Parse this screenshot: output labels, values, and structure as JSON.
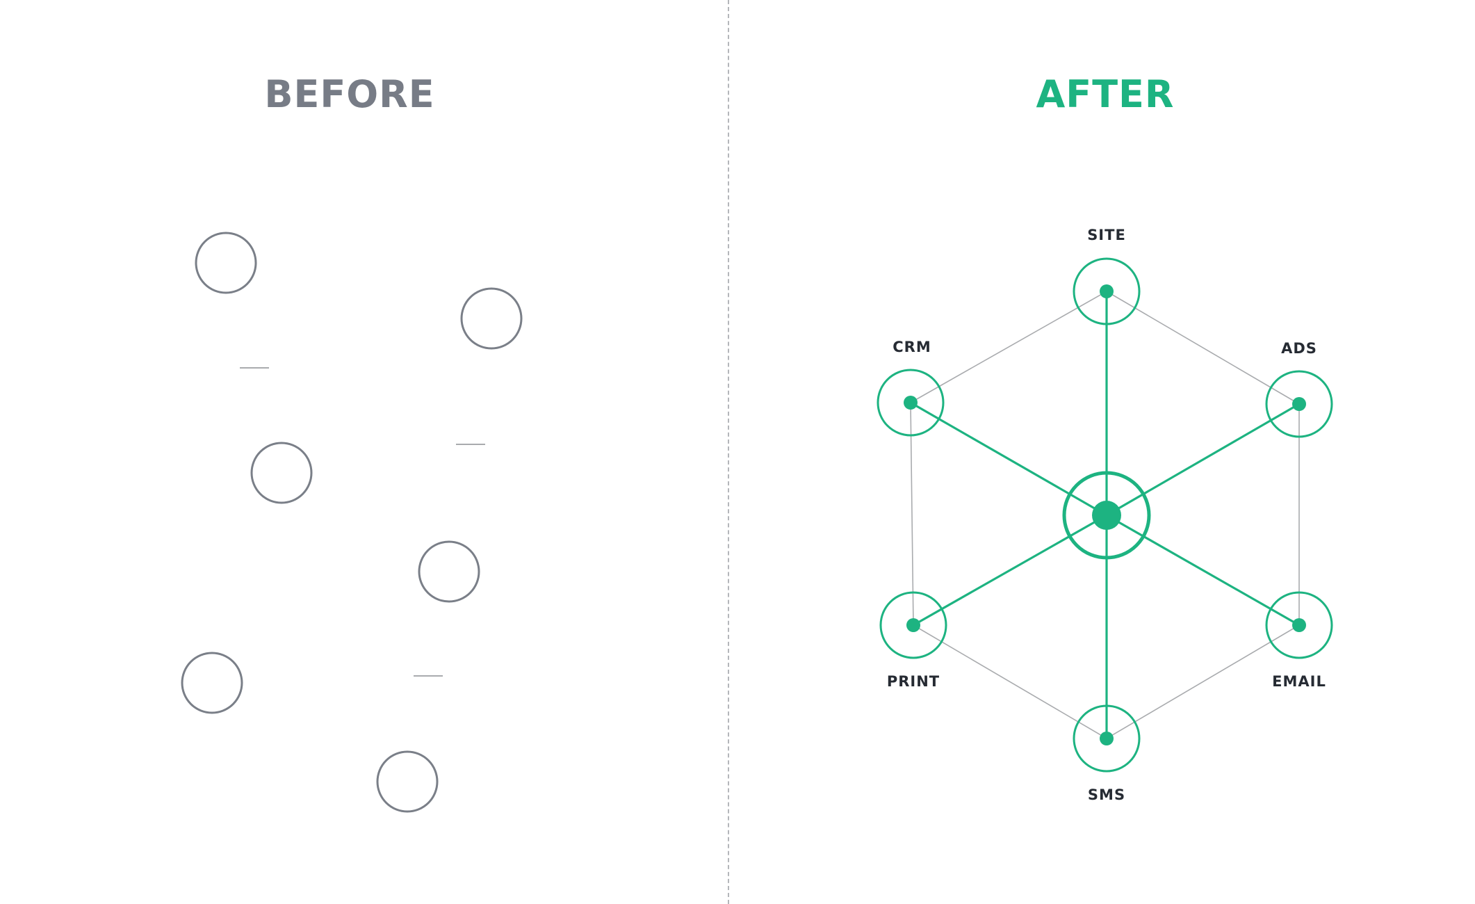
{
  "panels": {
    "before": {
      "title": "BEFORE",
      "color": "#777c86"
    },
    "after": {
      "title": "AFTER",
      "color": "#1db381"
    }
  },
  "colors": {
    "accent": "#1db381",
    "before_stroke": "#7a7f88",
    "edge_gray": "#a9abae",
    "divider": "#b4b6ba",
    "label": "#262b33"
  },
  "before_diagram": {
    "description": "Six disconnected gray circles with three short stray line fragments",
    "circles": 6,
    "stray_dashes": 3
  },
  "after_diagram": {
    "hub": {
      "label": "",
      "icon": "hub-node-icon"
    },
    "nodes": [
      {
        "id": "site",
        "label": "SITE"
      },
      {
        "id": "ads",
        "label": "ADS"
      },
      {
        "id": "email",
        "label": "EMAIL"
      },
      {
        "id": "sms",
        "label": "SMS"
      },
      {
        "id": "print",
        "label": "PRINT"
      },
      {
        "id": "crm",
        "label": "CRM"
      }
    ],
    "spokes": "each node connected to central hub (green)",
    "ring": "adjacent nodes connected in a hexagon (thin gray)"
  }
}
